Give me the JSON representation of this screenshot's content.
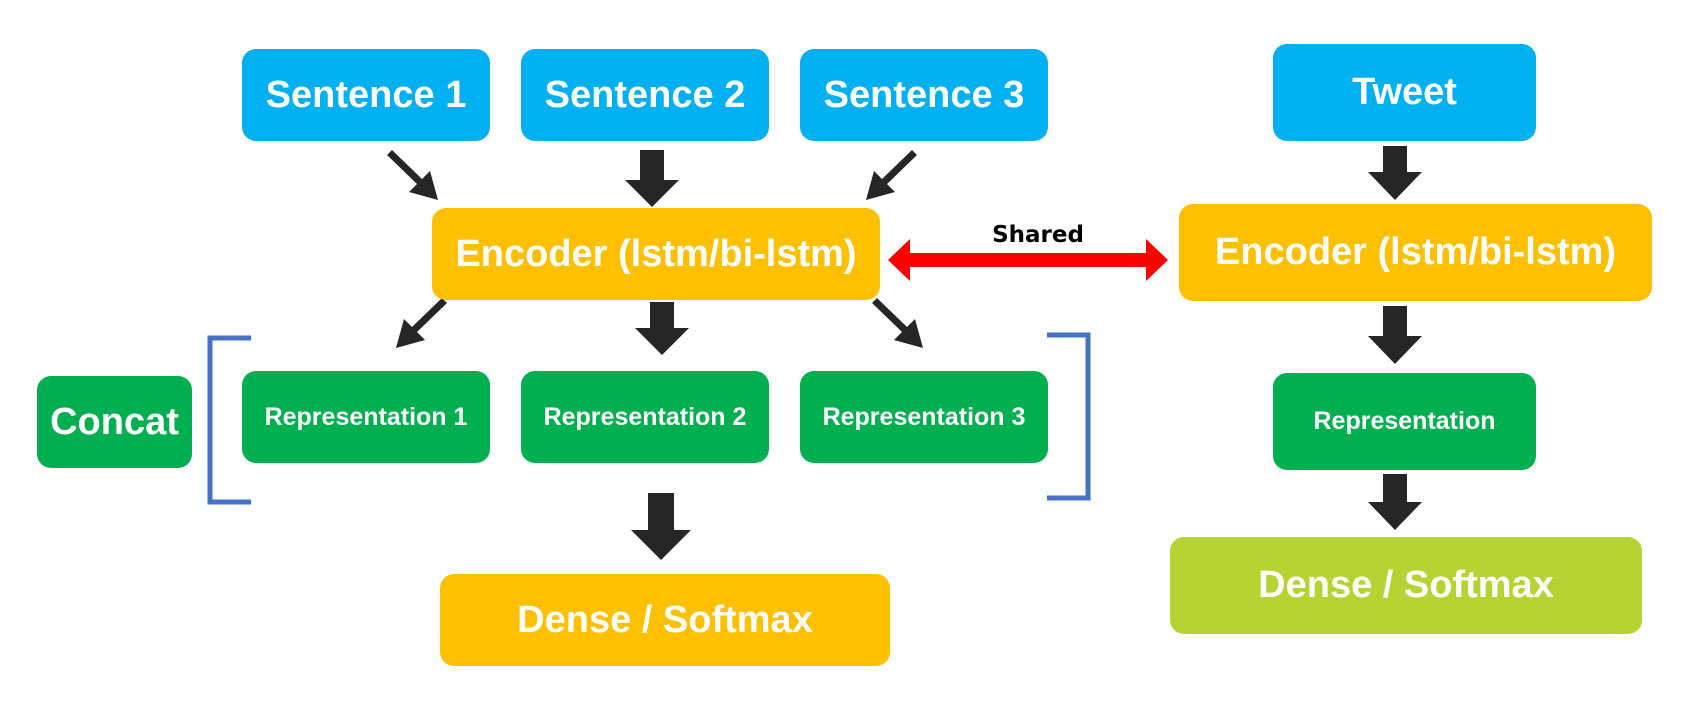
{
  "left": {
    "inputs": [
      "Sentence 1",
      "Sentence 2",
      "Sentence 3"
    ],
    "encoder": "Encoder (lstm/bi-lstm)",
    "representations": [
      "Representation 1",
      "Representation 2",
      "Representation 3"
    ],
    "concat": "Concat",
    "output": "Dense / Softmax"
  },
  "right": {
    "input": "Tweet",
    "encoder": "Encoder (lstm/bi-lstm)",
    "representation": "Representation",
    "output": "Dense / Softmax"
  },
  "shared_label": "Shared",
  "colors": {
    "input": "#00b0f0",
    "encoder": "#ffc000",
    "representation": "#00b050",
    "output_left": "#ffc000",
    "output_right": "#b5d333",
    "arrow": "#262626",
    "shared_arrow": "#ff0000",
    "bracket": "#4472c4"
  }
}
